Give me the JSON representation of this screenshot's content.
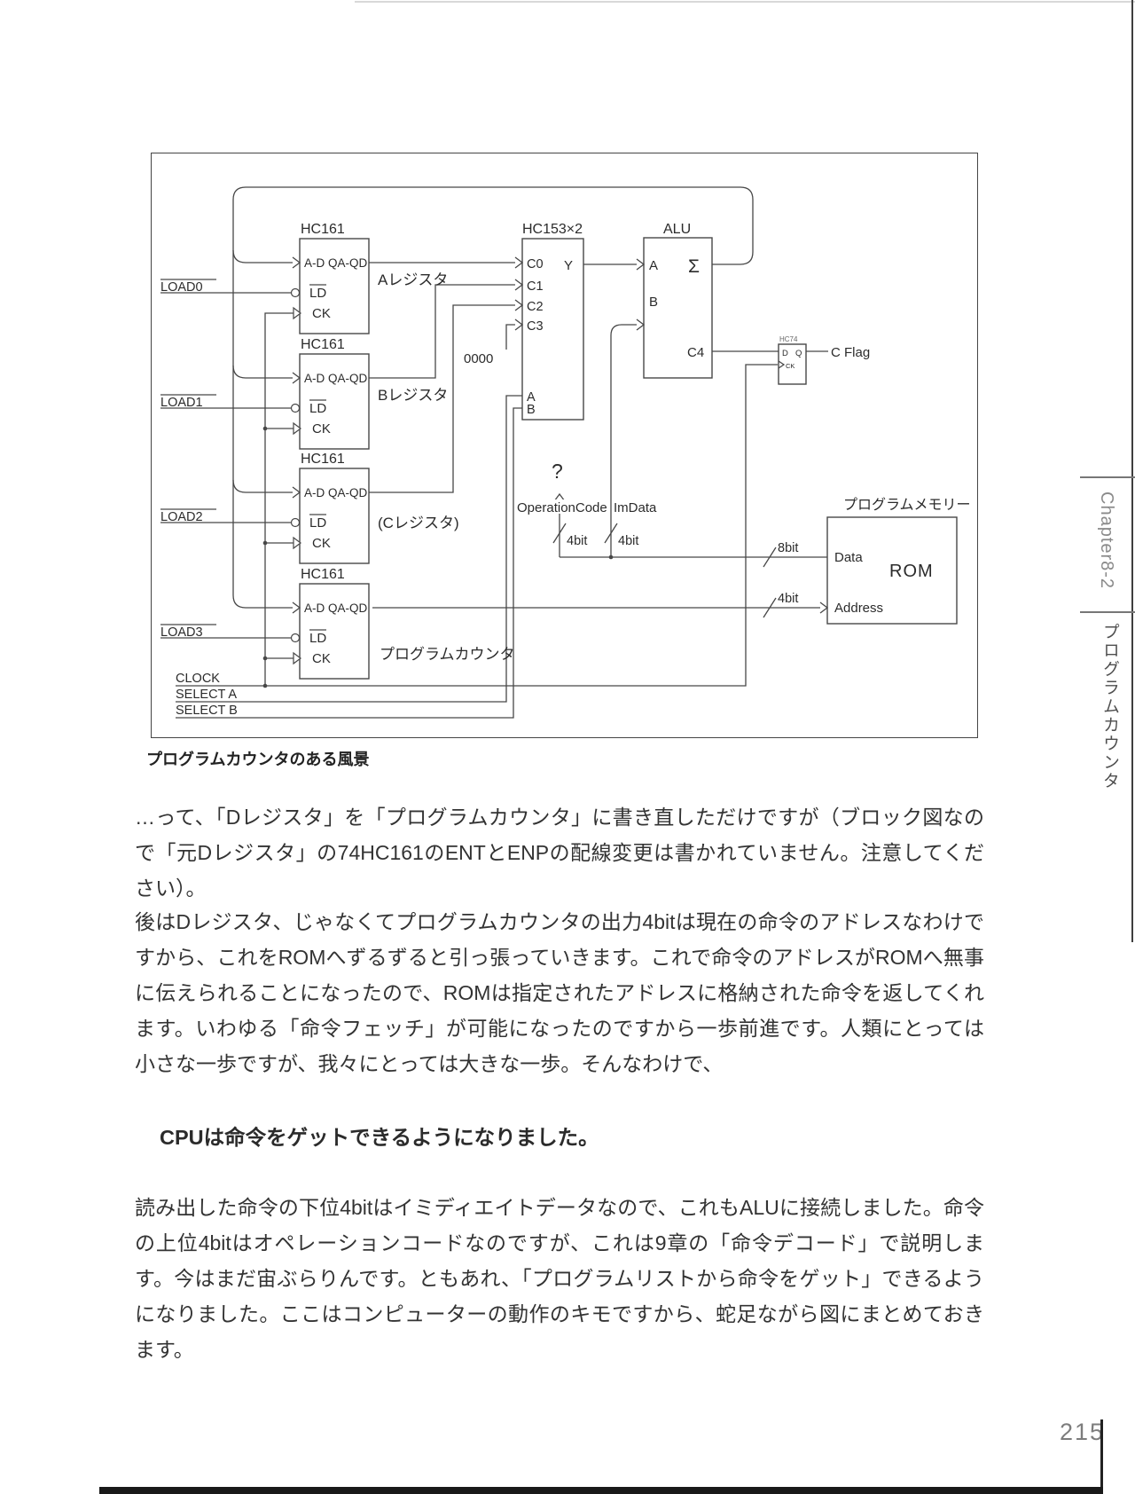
{
  "figure": {
    "caption": "プログラムカウンタのある風景",
    "registers": [
      {
        "chip": "HC161",
        "data_port": "A-D QA-QD",
        "ld": "LD",
        "ck": "CK",
        "name": "Aレジスタ",
        "load": "LOAD0"
      },
      {
        "chip": "HC161",
        "data_port": "A-D QA-QD",
        "ld": "LD",
        "ck": "CK",
        "name": "Bレジスタ",
        "load": "LOAD1"
      },
      {
        "chip": "HC161",
        "data_port": "A-D QA-QD",
        "ld": "LD",
        "ck": "CK",
        "name": "(Cレジスタ)",
        "load": "LOAD2"
      },
      {
        "chip": "HC161",
        "data_port": "A-D QA-QD",
        "ld": "LD",
        "ck": "CK",
        "name": "プログラムカウンタ",
        "load": "LOAD3"
      }
    ],
    "mux": {
      "chip": "HC153×2",
      "c0": "C0",
      "c1": "C1",
      "c2": "C2",
      "c3": "C3",
      "y": "Y",
      "sel_a": "A",
      "sel_b": "B",
      "const": "0000"
    },
    "alu": {
      "label": "ALU",
      "a": "A",
      "b": "B",
      "sigma": "Σ",
      "c4": "C4"
    },
    "ff": {
      "chip": "HC74",
      "d": "D",
      "q": "Q",
      "ck": "CK",
      "flag": "C Flag"
    },
    "rom": {
      "title": "プログラムメモリー",
      "name": "ROM",
      "data": "Data",
      "address": "Address",
      "data_bits": "8bit",
      "addr_bits": "4bit"
    },
    "decode": {
      "q": "?",
      "opcode": "OperationCode",
      "imdata": "ImData",
      "op_bits": "4bit",
      "im_bits": "4bit"
    },
    "signals": {
      "clock": "CLOCK",
      "sel_a": "SELECT A",
      "sel_b": "SELECT B"
    }
  },
  "body": {
    "p1": "…って、「Dレジスタ」を「プログラムカウンタ」に書き直しただけですが（ブロック図なので「元Dレジスタ」の74HC161のENTとENPの配線変更は書かれていません。注意してください）。",
    "p2": "後はDレジスタ、じゃなくてプログラムカウンタの出力4bitは現在の命令のアドレスなわけですから、これをROMへずるずると引っ張っていきます。これで命令のアドレスがROMへ無事に伝えられることになったので、ROMは指定されたアドレスに格納された命令を返してくれます。いわゆる「命令フェッチ」が可能になったのですから一歩前進です。人類にとっては小さな一歩ですが、我々にとっては大きな一歩。そんなわけで、",
    "statement": "CPUは命令をゲットできるようになりました。",
    "p3": "読み出した命令の下位4bitはイミディエイトデータなので、これもALUに接続しました。命令の上位4bitはオペレーションコードなのですが、これは9章の「命令デコード」で説明します。今はまだ宙ぶらりんです。ともあれ、「プログラムリストから命令をゲット」できるようになりました。ここはコンピューターの動作のキモですから、蛇足ながら図にまとめておきます。"
  },
  "margin": {
    "chapter": "Chapter8-2",
    "section": "プログラムカウンタ",
    "page_number": "215"
  }
}
